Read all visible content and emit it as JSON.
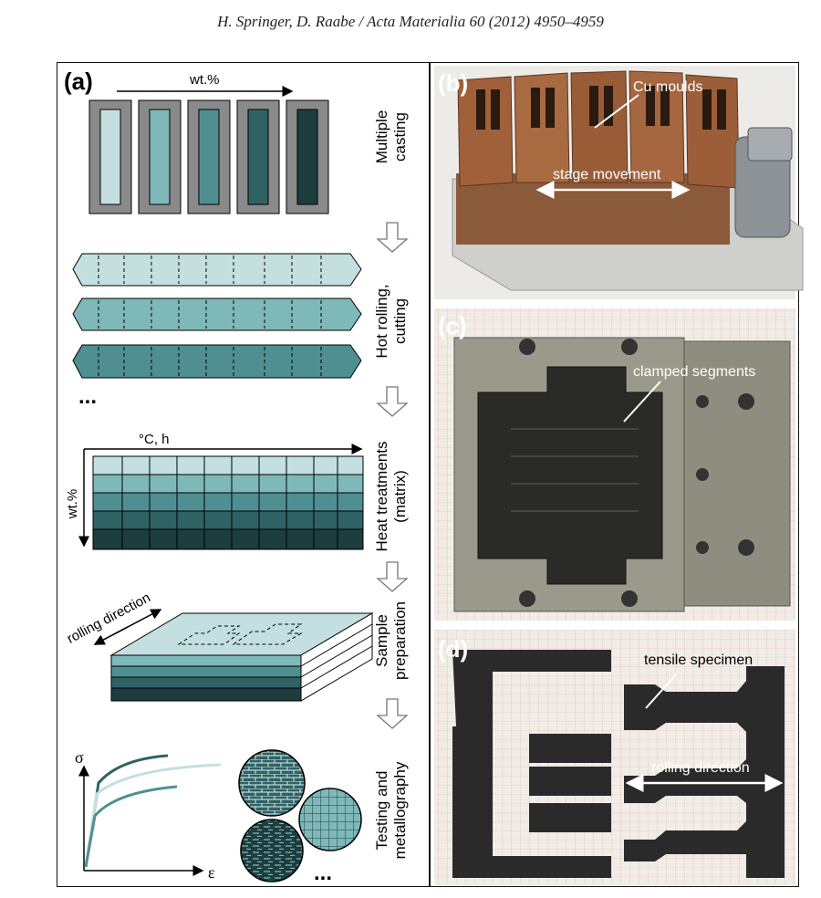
{
  "header": "H. Springer, D. Raabe / Acta Materialia 60 (2012) 4950–4959",
  "panel_a": {
    "label": "(a)",
    "wt_label": "wt.%",
    "ellipsis": "...",
    "heat_axis_x": "°C, h",
    "heat_axis_y": "wt.%",
    "rolling_label": "rolling direction",
    "sigma": "σ",
    "epsilon": "ε",
    "steps": [
      "Multiple casting",
      "Hot rolling, cutting",
      "Heat treatments (matrix)",
      "Sample preparation",
      "Testing and metallography"
    ],
    "step_lines": [
      [
        "Multiple",
        "casting"
      ],
      [
        "Hot rolling,",
        "cutting"
      ],
      [
        "Heat treatments",
        "(matrix)"
      ],
      [
        "Sample",
        "preparation"
      ],
      [
        "Testing and",
        "metallography"
      ]
    ]
  },
  "panel_b": {
    "label": "(b)",
    "annotations": [
      "Cu moulds",
      "stage movement"
    ]
  },
  "panel_c": {
    "label": "(c)",
    "annotations": [
      "clamped segments"
    ]
  },
  "panel_d": {
    "label": "(d)",
    "annotations": [
      "tensile specimen",
      "rolling direction"
    ]
  },
  "colors": {
    "shade1": "#c3dfe0",
    "shade2": "#7fb8b9",
    "shade3": "#4f8f91",
    "shade4": "#2f6264",
    "shade5": "#1e3d3f",
    "frame": "#8a8a8a",
    "copper": "#a0613a",
    "steel": "#9a9a8c",
    "specimen": "#2a2a2a"
  }
}
